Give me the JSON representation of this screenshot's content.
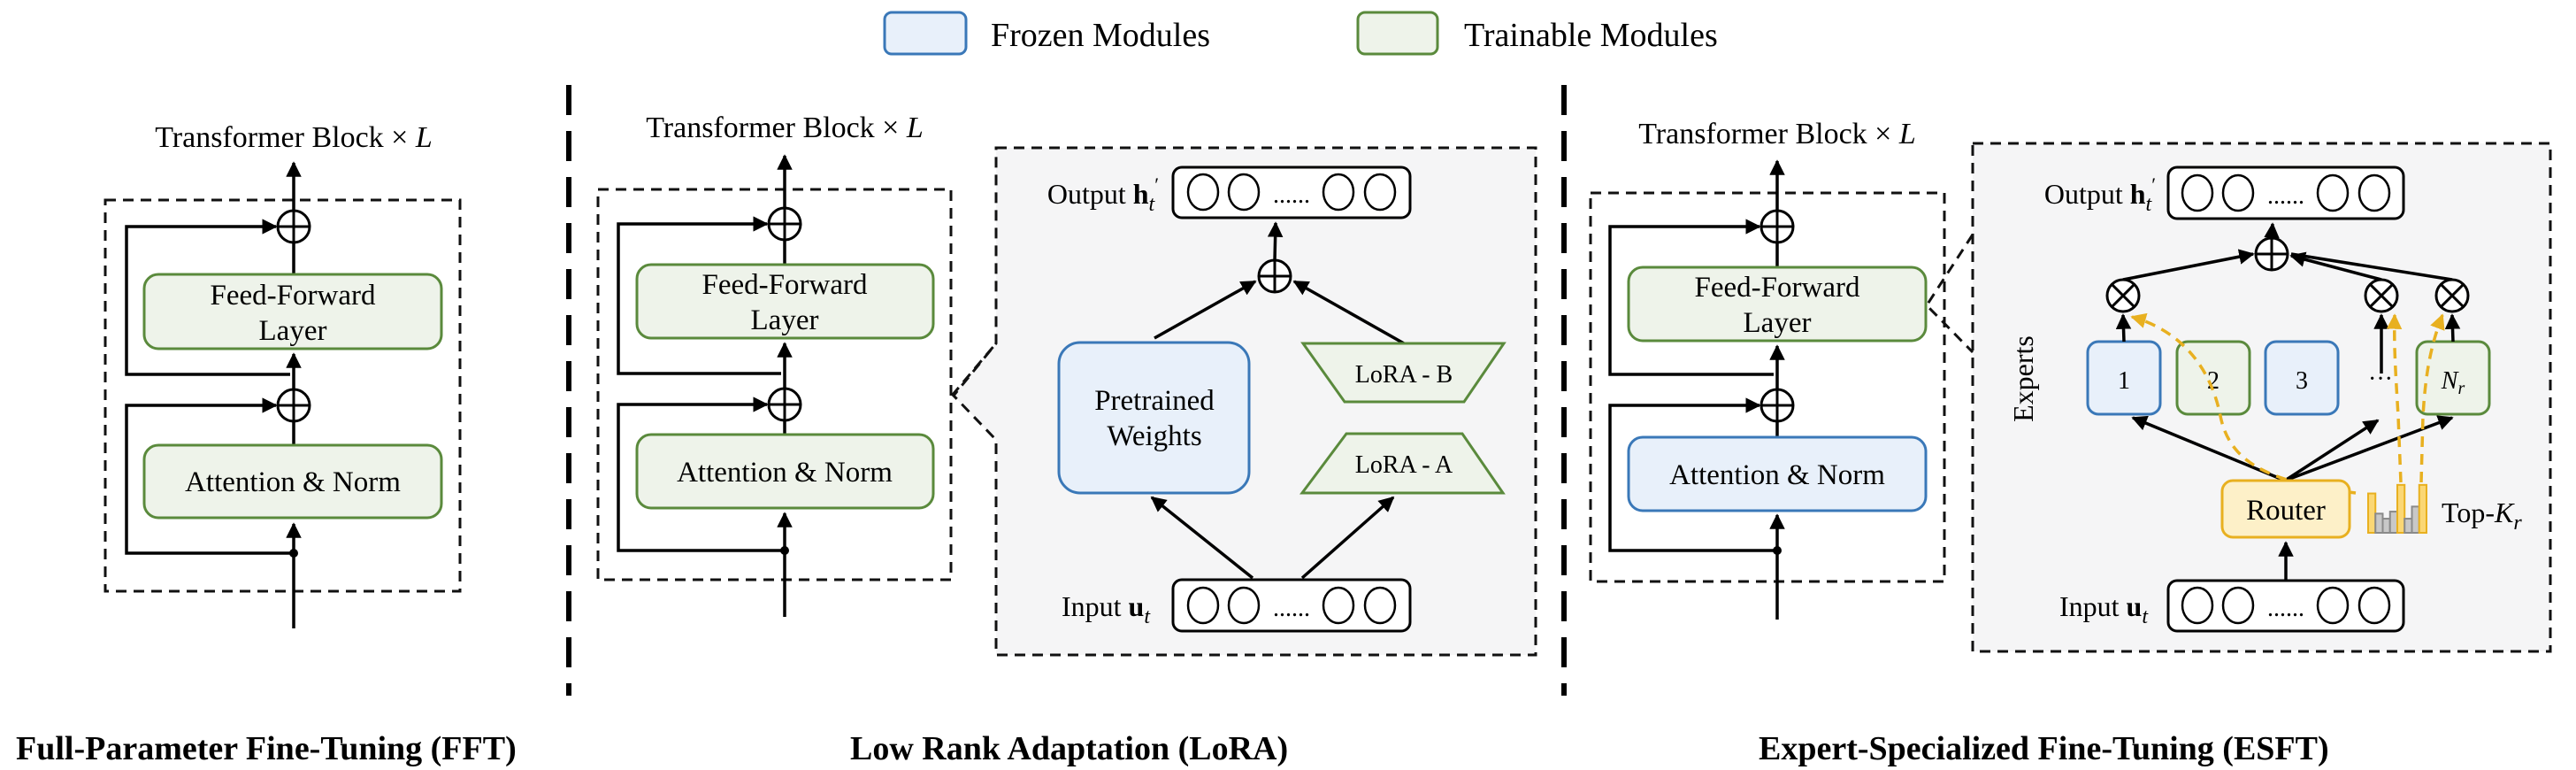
{
  "legend": {
    "frozen": {
      "label": "Frozen Modules",
      "fill": "#e8f0fa",
      "stroke": "#3a78b8"
    },
    "trainable": {
      "label": "Trainable Modules",
      "fill": "#eef3ea",
      "stroke": "#5a8a3c"
    }
  },
  "colors": {
    "panel_bg": "#f5f5f6",
    "router_fill": "#fdf0c8",
    "router_stroke": "#e8b020",
    "hist_gray": "#c8c8c8"
  },
  "fft": {
    "block_title": "Transformer Block × ",
    "block_title_var": "L",
    "ff_line1": "Feed-Forward",
    "ff_line2": "Layer",
    "attn": "Attention & Norm",
    "ff_state": "trainable",
    "attn_state": "trainable",
    "caption": "Full-Parameter Fine-Tuning (FFT)"
  },
  "lora": {
    "block_title": "Transformer Block × ",
    "block_title_var": "L",
    "ff_line1": "Feed-Forward",
    "ff_line2": "Layer",
    "attn": "Attention & Norm",
    "ff_state": "trainable",
    "attn_state": "trainable",
    "caption": "Low Rank Adaptation (LoRA)",
    "detail": {
      "output_label": "Output ",
      "output_var": "h",
      "output_sub": "t",
      "input_label": "Input ",
      "input_var": "u",
      "input_sub": "t",
      "vector_dots": "......",
      "pretrained_line1": "Pretrained",
      "pretrained_line2": "Weights",
      "lora_b": "LoRA - B",
      "lora_a": "LoRA - A"
    }
  },
  "esft": {
    "block_title": "Transformer Block × ",
    "block_title_var": "L",
    "ff_line1": "Feed-Forward",
    "ff_line2": "Layer",
    "attn": "Attention & Norm",
    "ff_state": "trainable",
    "attn_state": "frozen",
    "caption": "Expert-Specialized Fine-Tuning (ESFT)",
    "detail": {
      "output_label": "Output ",
      "output_var": "h",
      "output_sub": "t",
      "input_label": "Input ",
      "input_var": "u",
      "input_sub": "t",
      "vector_dots": "......",
      "experts_label": "Experts",
      "experts": [
        {
          "label": "1",
          "state": "frozen"
        },
        {
          "label": "2",
          "state": "trainable"
        },
        {
          "label": "3",
          "state": "frozen"
        },
        {
          "label": "N",
          "sub": "r",
          "state": "trainable"
        }
      ],
      "ellipsis": "···",
      "router": "Router",
      "topk_label": "Top-",
      "topk_var": "K",
      "topk_sub": "r",
      "histogram": [
        {
          "value": 0.78,
          "selected": true
        },
        {
          "value": 0.38,
          "selected": false
        },
        {
          "value": 0.28,
          "selected": false
        },
        {
          "value": 0.42,
          "selected": false
        },
        {
          "value": 0.95,
          "selected": true
        },
        {
          "value": 0.28,
          "selected": false
        },
        {
          "value": 0.52,
          "selected": false
        },
        {
          "value": 0.95,
          "selected": true
        }
      ]
    }
  }
}
